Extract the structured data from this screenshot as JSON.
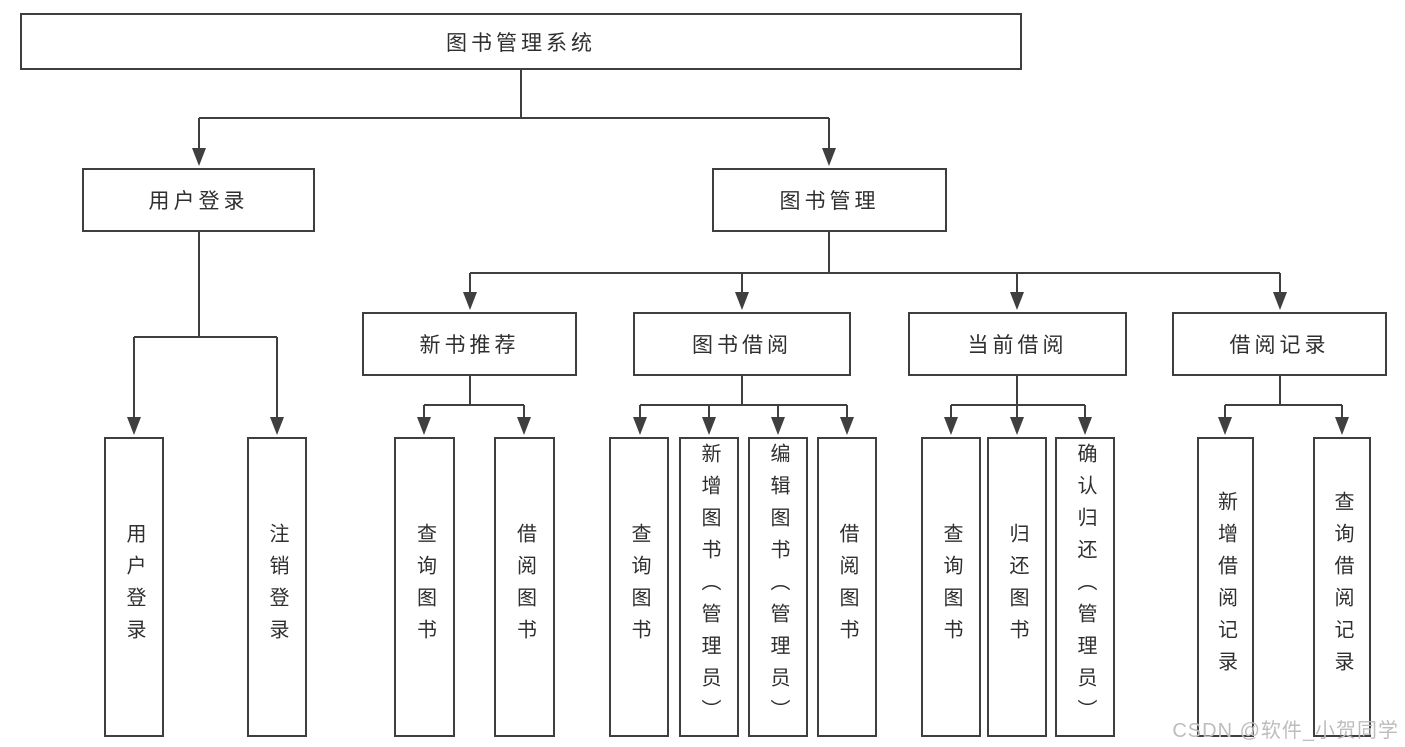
{
  "diagram": {
    "line_color": "#3f3f3f",
    "nodes": {
      "root": {
        "label": "图书管理系统"
      },
      "user_login": {
        "label": "用户登录"
      },
      "book_management": {
        "label": "图书管理"
      },
      "new_book_recommend": {
        "label": "新书推荐"
      },
      "book_borrowing": {
        "label": "图书借阅"
      },
      "current_borrowing": {
        "label": "当前借阅"
      },
      "borrowing_records": {
        "label": "借阅记录"
      },
      "user_login_leaf": {
        "label": "用户登录"
      },
      "logout_leaf": {
        "label": "注销登录"
      },
      "recommend_query_books": {
        "label": "查询图书"
      },
      "recommend_borrow_books": {
        "label": "借阅图书"
      },
      "borrowing_query_books": {
        "label": "查询图书"
      },
      "borrowing_add_books": {
        "label": "新增图书（管理员）"
      },
      "borrowing_edit_books": {
        "label": "编辑图书（管理员）"
      },
      "borrowing_borrow_books": {
        "label": "借阅图书"
      },
      "current_query_books": {
        "label": "查询图书"
      },
      "current_return_books": {
        "label": "归还图书"
      },
      "current_confirm_return": {
        "label": "确认归还（管理员）"
      },
      "records_add_record": {
        "label": "新增借阅记录"
      },
      "records_query_record": {
        "label": "查询借阅记录"
      }
    }
  },
  "watermark": {
    "text": "CSDN @软件_小贺同学",
    "color": "#bdbdbd"
  }
}
